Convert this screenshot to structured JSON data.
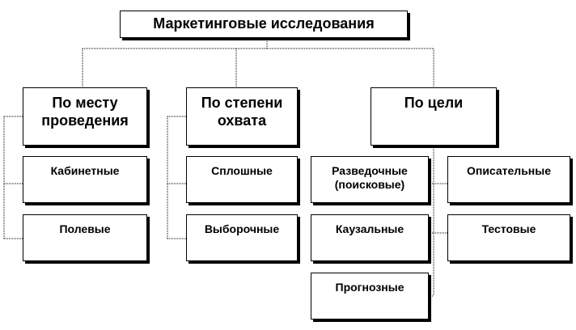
{
  "diagram": {
    "root": {
      "label": "Маркетинговые исследования"
    },
    "categories": [
      {
        "label": "По месту проведения",
        "items": [
          "Кабинетные",
          "Полевые"
        ]
      },
      {
        "label": "По степени охвата",
        "items": [
          "Сплошные",
          "Выборочные"
        ]
      },
      {
        "label": "По цели",
        "items": [
          "Разведочные (поисковые)",
          "Каузальные",
          "Прогнозные",
          "Описательные",
          "Тестовые"
        ]
      }
    ],
    "colors": {
      "box_border": "#000000",
      "box_fill": "#ffffff",
      "shadow": "#000000",
      "connector": "#000000"
    }
  }
}
